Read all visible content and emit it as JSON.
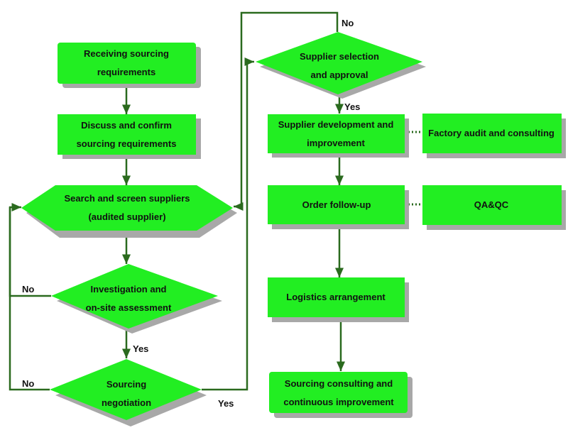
{
  "colors": {
    "node_fill": "#22ee22",
    "node_shadow": "#a8a8a8",
    "connector": "#2a6a1e"
  },
  "nodes": {
    "receiving": {
      "line1": "Receiving sourcing",
      "line2": "requirements"
    },
    "discuss": {
      "line1": "Discuss and confirm",
      "line2": "sourcing requirements"
    },
    "search": {
      "line1": "Search and screen suppliers",
      "line2": "(audited supplier)"
    },
    "investigation": {
      "line1": "Investigation and",
      "line2": "on-site assessment"
    },
    "negotiation": {
      "line1": "Sourcing",
      "line2": "negotiation"
    },
    "selection": {
      "line1": "Supplier selection",
      "line2": "and approval"
    },
    "development": {
      "line1": "Supplier development and",
      "line2": "improvement"
    },
    "factory_audit": {
      "label": "Factory audit and consulting"
    },
    "order_followup": {
      "label": "Order follow-up"
    },
    "qaqc": {
      "label": "QA&QC"
    },
    "logistics": {
      "label": "Logistics arrangement"
    },
    "consulting": {
      "line1": "Sourcing consulting and",
      "line2": "continuous improvement"
    }
  },
  "edge_labels": {
    "selection_no": "No",
    "selection_yes": "Yes",
    "investigation_no": "No",
    "investigation_yes": "Yes",
    "negotiation_no": "No",
    "negotiation_yes": "Yes"
  }
}
